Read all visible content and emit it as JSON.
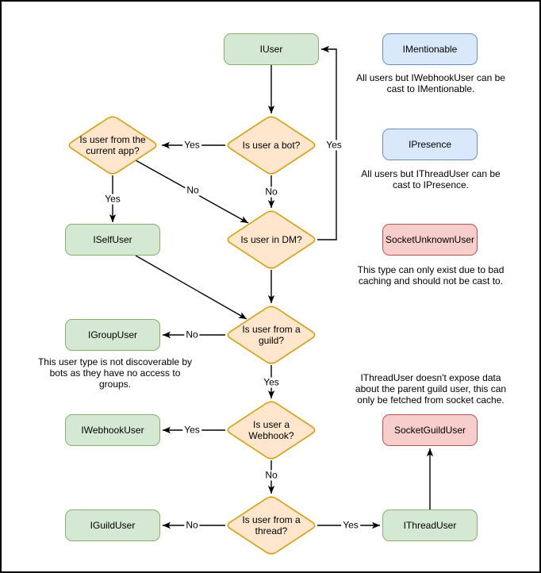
{
  "diagram": {
    "nodes": {
      "iuser": {
        "label": "IUser",
        "kind": "interface"
      },
      "imentionable": {
        "label": "IMentionable",
        "kind": "interface"
      },
      "ipresence": {
        "label": "IPresence",
        "kind": "interface"
      },
      "iselfuser": {
        "label": "ISelfUser",
        "kind": "interface"
      },
      "socketunknownuser": {
        "label": "SocketUnknownUser",
        "kind": "socket-type"
      },
      "igroupuser": {
        "label": "IGroupUser",
        "kind": "interface"
      },
      "iwebhookuser": {
        "label": "IWebhookUser",
        "kind": "interface"
      },
      "socketguilduser": {
        "label": "SocketGuildUser",
        "kind": "socket-type"
      },
      "iguilduser": {
        "label": "IGuildUser",
        "kind": "interface"
      },
      "ithreaduser": {
        "label": "IThreadUser",
        "kind": "interface"
      }
    },
    "decisions": {
      "is_bot": {
        "label": "Is user a bot?"
      },
      "is_current_app": {
        "label": "Is user from the\ncurrent app?"
      },
      "is_dm": {
        "label": "Is user in DM?"
      },
      "is_guild": {
        "label": "Is user from a\nguild?"
      },
      "is_webhook": {
        "label": "Is user a\nWebhook?"
      },
      "is_thread": {
        "label": "Is user from a\nthread?"
      }
    },
    "edge_labels": {
      "bot_to_current_app": "Yes",
      "bot_to_dm": "No",
      "current_app_to_self": "Yes",
      "current_app_to_dm": "No",
      "dm_to_iuser": "Yes",
      "guild_to_group": "No",
      "guild_to_webhook": "Yes",
      "webhook_to_iwebhook": "Yes",
      "webhook_to_thread": "No",
      "thread_to_iguild": "No",
      "thread_to_ithread": "Yes"
    },
    "annotations": {
      "imentionable_note": "All users but IWebhookUser can be\ncast to IMentionable.",
      "ipresence_note": "All users but IThreadUser can be\ncast to IPresence.",
      "socketunknown_note": "This type can only exist due to bad\ncaching and should not be cast to.",
      "igroupuser_note": "This user type is not discoverable by\nbots as they have no access to\ngroups.",
      "ithreaduser_note": "IThreadUser doesn't expose data\nabout the parent guild user, this can\nonly be fetched from socket cache."
    },
    "colors": {
      "interface_fill": "#d5e8d4",
      "interface_stroke": "#82b366",
      "decision_fill": "#ffe6cc",
      "decision_stroke": "#d79b00",
      "castable_fill": "#dae8fc",
      "castable_stroke": "#6c8ebf",
      "socket_fill": "#f8cecc",
      "socket_stroke": "#b85450",
      "edge": "#000000",
      "background": "#ffffff",
      "border": "#000000"
    }
  }
}
